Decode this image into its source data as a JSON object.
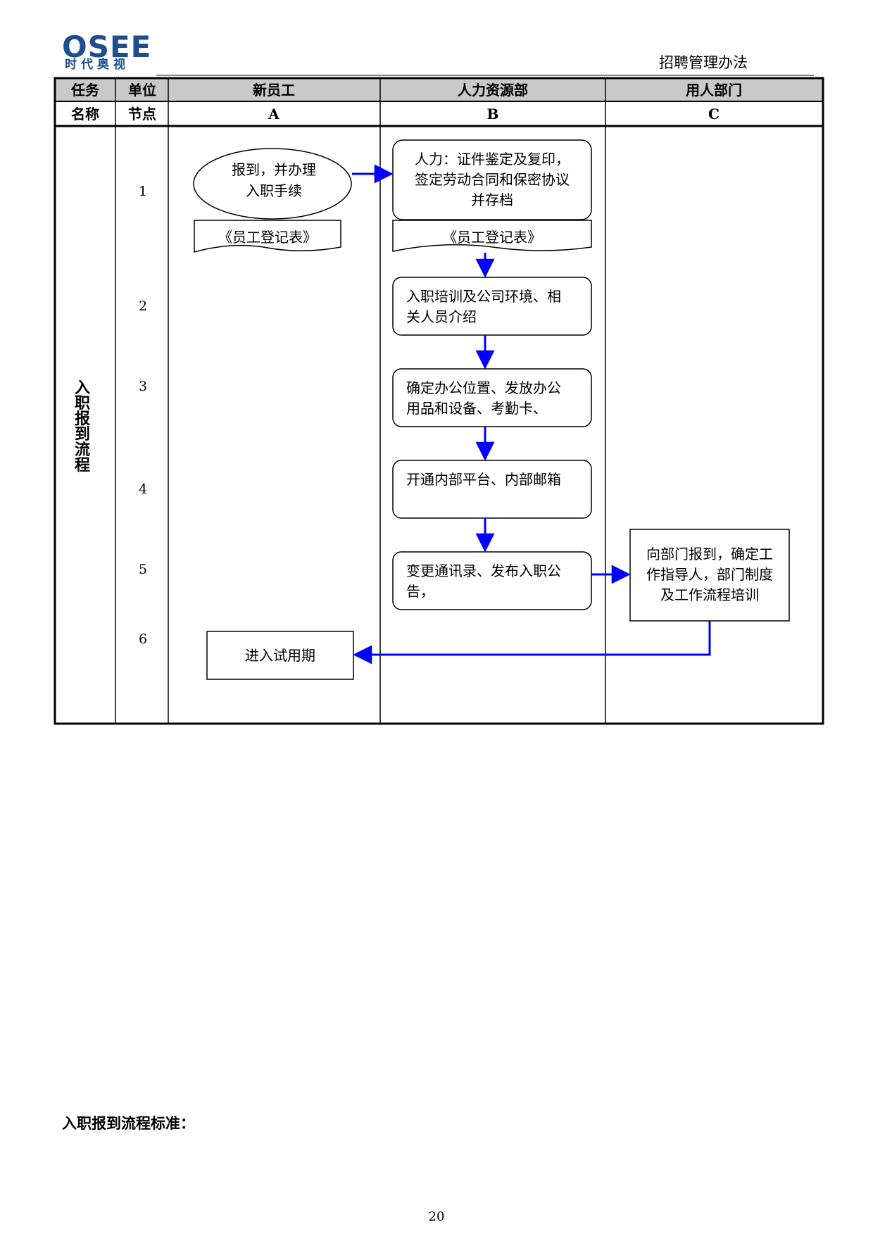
{
  "header": {
    "logo_text": "OSEE",
    "logo_subtext": "时代奥视",
    "doc_title": "招聘管理办法"
  },
  "table": {
    "header_row1": [
      "任务",
      "单位",
      "新员工",
      "人力资源部",
      "用人部门"
    ],
    "header_row2": [
      "名称",
      "节点",
      "A",
      "B",
      "C"
    ],
    "task_name": "入职报到流程",
    "nodes": [
      "1",
      "2",
      "3",
      "4",
      "5",
      "6"
    ]
  },
  "flow": {
    "a1_lines": [
      "报到，并办理",
      "入职手续"
    ],
    "a1_doc": "《员工登记表》",
    "b1_lines": [
      "人力：证件鉴定及复印，",
      "签定劳动合同和保密协议",
      "并存档"
    ],
    "b1_doc": "《员工登记表》",
    "b2_lines": [
      "入职培训及公司环境、相",
      "关人员介绍"
    ],
    "b3_lines": [
      "确定办公位置、发放办公",
      "用品和设备、考勤卡、"
    ],
    "b4_lines": [
      "开通内部平台、内部邮箱"
    ],
    "b5_lines": [
      "变更通讯录、发布入职公",
      "告，"
    ],
    "c5_lines": [
      "向部门报到，确定工",
      "作指导人，部门制度",
      "及工作流程培训"
    ],
    "a6_lines": [
      "进入试用期"
    ],
    "arrow_color": "#0000ff"
  },
  "footer": {
    "section_heading": "入职报到流程标准：",
    "page_number": "20"
  }
}
